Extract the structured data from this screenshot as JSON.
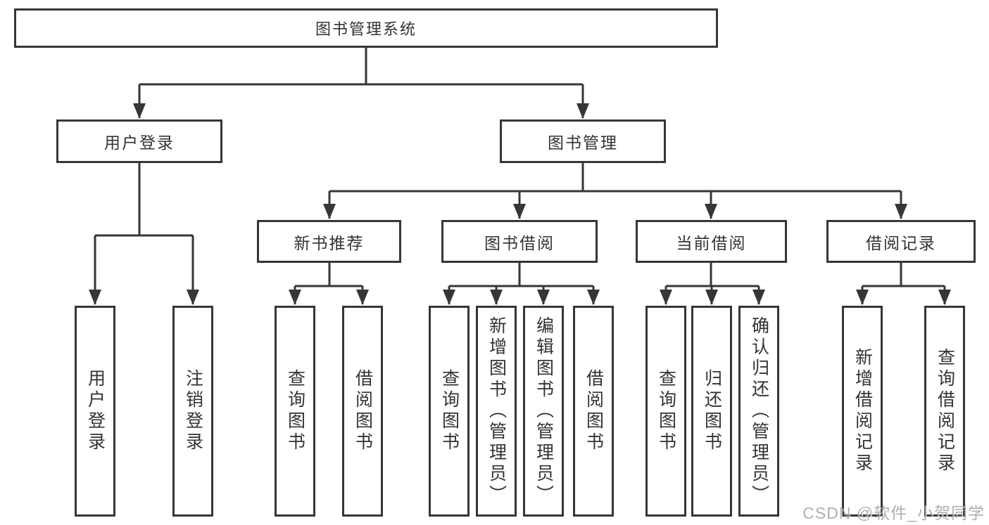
{
  "tree": {
    "root": "图书管理系统",
    "level2": [
      "用户登录",
      "图书管理"
    ],
    "level3": [
      "新书推荐",
      "图书借阅",
      "当前借阅",
      "借阅记录"
    ],
    "leaves": {
      "user_login": [
        "用户登录",
        "注销登录"
      ],
      "new_book_recommend": [
        "查询图书",
        "借阅图书"
      ],
      "book_borrow": [
        "查询图书",
        "新增图书（管理员）",
        "编辑图书（管理员）",
        "借阅图书"
      ],
      "current_borrow": [
        "查询图书",
        "归还图书",
        "确认归还（管理员）"
      ],
      "borrow_record": [
        "新增借阅记录",
        "查询借阅记录"
      ]
    }
  },
  "watermark": "CSDN @软件_小贺同学",
  "colors": {
    "line": "#363636",
    "text": "#333333",
    "watermark": "#9c9c9c",
    "background": "#ffffff"
  }
}
